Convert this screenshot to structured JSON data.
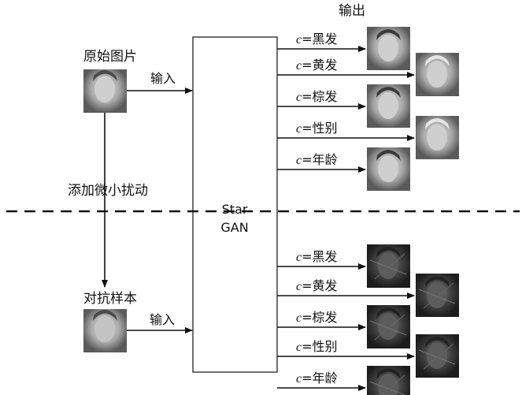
{
  "labels": {
    "output": "输出",
    "original_image": "原始图片",
    "adversarial_sample": "对抗样本",
    "input_top": "输入",
    "input_bottom": "输入",
    "perturbation": "添加微小扰动",
    "model_line1": "Star",
    "model_line2": "GAN"
  },
  "conditions": {
    "variable": "c",
    "top": [
      "=黑发",
      "=黄发",
      "=棕发",
      "=性别",
      "=年龄"
    ],
    "bottom": [
      "=黑发",
      "=黄发",
      "=棕发",
      "=性别",
      "=年龄"
    ]
  },
  "images": {
    "source_face": "grayscale portrait photo",
    "outputs_clean": [
      "black-hair face",
      "blond-hair face",
      "brown-hair face",
      "gender-changed face",
      "aged face"
    ],
    "outputs_adversarial": [
      "distorted face",
      "distorted face",
      "distorted face",
      "distorted face",
      "distorted face"
    ]
  },
  "colors": {
    "line": "#111111",
    "photo_dark": "#3a3a3a",
    "photo_light": "#d8d8d8"
  }
}
